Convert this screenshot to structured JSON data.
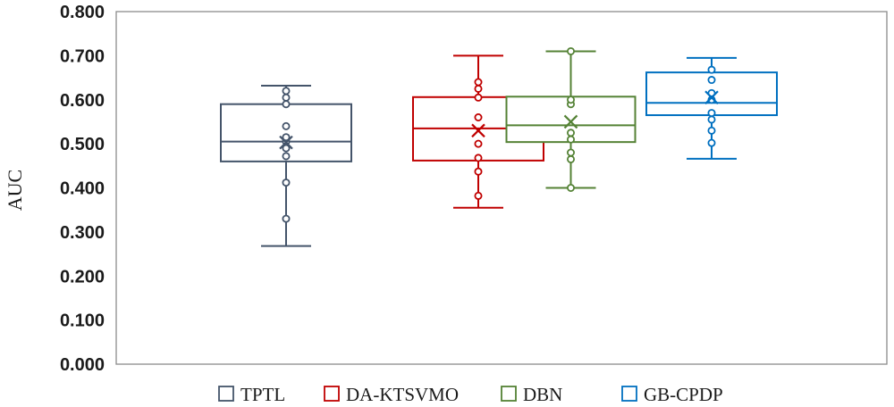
{
  "chart_data": {
    "type": "box",
    "title": "",
    "xlabel": "",
    "ylabel": "AUC",
    "ylim": [
      0,
      0.8
    ],
    "yticks": [
      "0.000",
      "0.100",
      "0.200",
      "0.300",
      "0.400",
      "0.500",
      "0.600",
      "0.700",
      "0.800"
    ],
    "grid": false,
    "legend_position": "bottom",
    "series": [
      {
        "name": "TPTL",
        "color": "#44546a",
        "min": 0.268,
        "q1": 0.46,
        "median": 0.505,
        "q3": 0.59,
        "max": 0.632,
        "mean": 0.503,
        "points": [
          0.33,
          0.412,
          0.472,
          0.49,
          0.505,
          0.515,
          0.54,
          0.59,
          0.605,
          0.62
        ]
      },
      {
        "name": "DA-KTSVMO",
        "color": "#c00000",
        "min": 0.355,
        "q1": 0.462,
        "median": 0.535,
        "q3": 0.606,
        "max": 0.7,
        "mean": 0.53,
        "points": [
          0.382,
          0.437,
          0.468,
          0.5,
          0.56,
          0.605,
          0.625,
          0.64
        ]
      },
      {
        "name": "DBN",
        "color": "#548235",
        "min": 0.4,
        "q1": 0.504,
        "median": 0.542,
        "q3": 0.607,
        "max": 0.71,
        "mean": 0.55,
        "points": [
          0.4,
          0.465,
          0.48,
          0.51,
          0.525,
          0.59,
          0.6,
          0.71
        ]
      },
      {
        "name": "GB-CPDP",
        "color": "#0070c0",
        "min": 0.466,
        "q1": 0.565,
        "median": 0.593,
        "q3": 0.662,
        "max": 0.695,
        "mean": 0.605,
        "points": [
          0.502,
          0.53,
          0.555,
          0.57,
          0.6,
          0.615,
          0.645,
          0.668
        ]
      }
    ]
  }
}
